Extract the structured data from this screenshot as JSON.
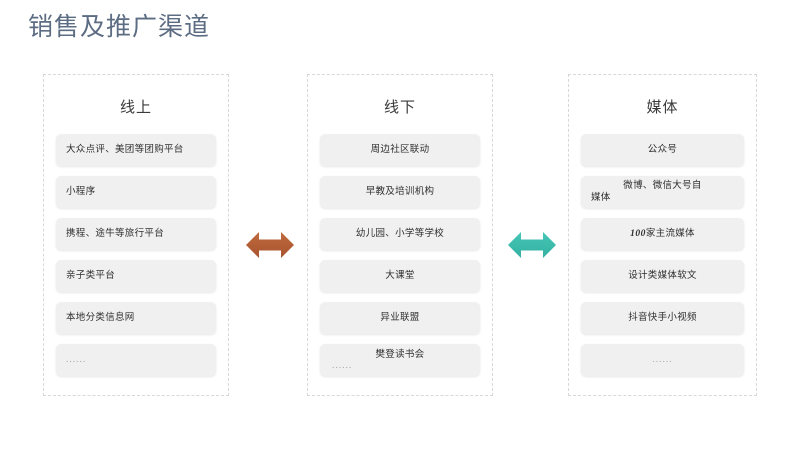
{
  "page": {
    "title": "销售及推广渠道",
    "title_color": "#5c6c82",
    "background": "#ffffff"
  },
  "columns": [
    {
      "id": "online",
      "header": "线上",
      "align": "left",
      "items": [
        {
          "text": "大众点评、美团等团购平台"
        },
        {
          "text": "小程序"
        },
        {
          "text": "携程、途牛等旅行平台"
        },
        {
          "text": "亲子类平台"
        },
        {
          "text": "本地分类信息网"
        },
        {
          "text": "......",
          "style": "ellipsis"
        }
      ]
    },
    {
      "id": "offline",
      "header": "线下",
      "align": "center",
      "items": [
        {
          "text": "周边社区联动"
        },
        {
          "text": "早教及培训机构"
        },
        {
          "text": "幼儿园、小学等学校"
        },
        {
          "text": "大课堂"
        },
        {
          "text": "异业联盟"
        },
        {
          "text": "樊登读书会",
          "sub": "......",
          "style": "twoline"
        }
      ]
    },
    {
      "id": "media",
      "header": "媒体",
      "align": "center",
      "items": [
        {
          "text": "公众号"
        },
        {
          "text": "微博、微信大号自",
          "line2": "媒体",
          "style": "twoline"
        },
        {
          "text": "100家主流媒体",
          "num_prefix": "100",
          "rest": "家主流媒体",
          "style": "number"
        },
        {
          "text": "设计类媒体软文"
        },
        {
          "text": "抖音快手小视频"
        },
        {
          "text": "......",
          "style": "ellipsis"
        }
      ]
    }
  ],
  "arrows": [
    {
      "id": "arrow-online-offline",
      "direction": "double",
      "color": "#b5613a"
    },
    {
      "id": "arrow-offline-media",
      "direction": "double",
      "color": "#3cbdae"
    }
  ]
}
